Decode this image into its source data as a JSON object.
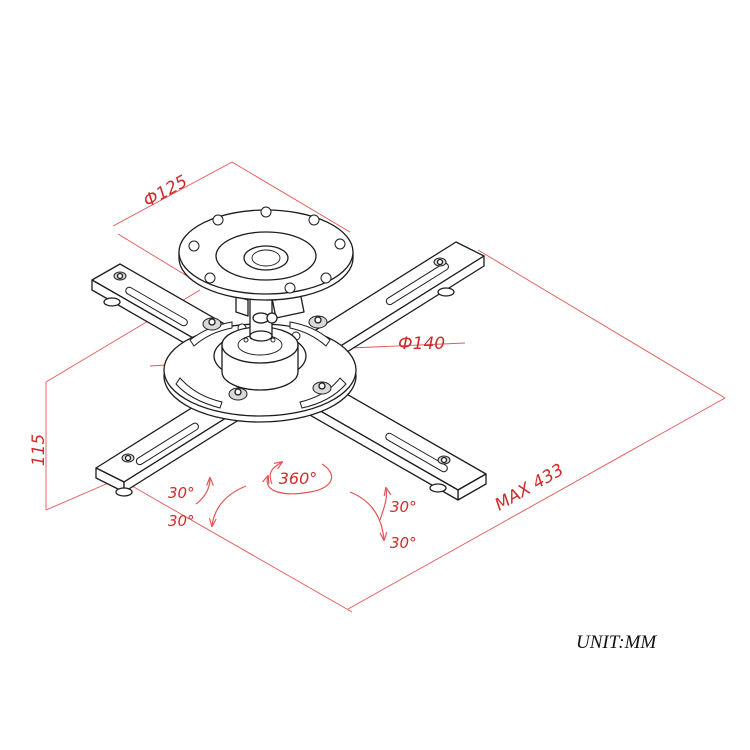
{
  "drawing": {
    "subject": "projector ceiling mount",
    "accent_color": "#d22a2a",
    "line_color": "#1c1c1c"
  },
  "dimensions": {
    "plate_diameter": "Ф125",
    "ring_diameter": "Ф140",
    "height": "115",
    "max_span": "MAX 433"
  },
  "rotation": {
    "swivel": "360°",
    "tilt_left_upper": "30°",
    "tilt_left_lower": "30°",
    "tilt_right_upper": "30°",
    "tilt_right_lower": "30°"
  },
  "unit_label": "UNIT:MM"
}
